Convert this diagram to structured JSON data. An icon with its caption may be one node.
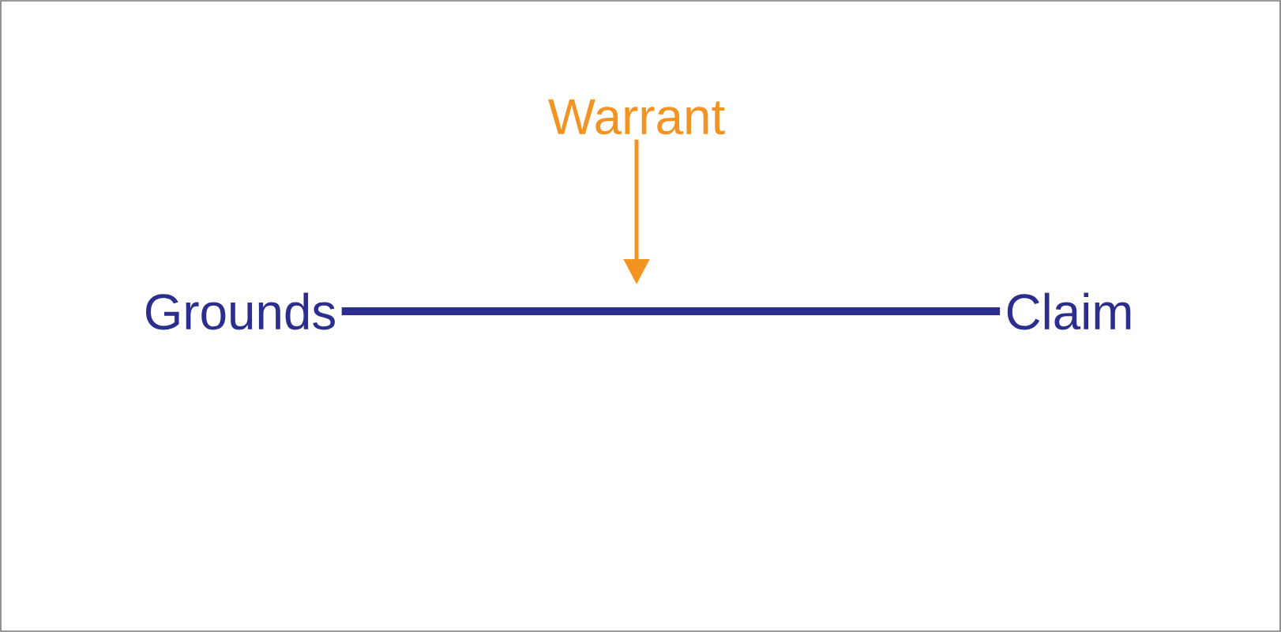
{
  "diagram": {
    "nodes": [
      {
        "text": [
          "Grounds"
        ]
      },
      {
        "text": [
          "Claim"
        ]
      },
      {
        "text": [
          "Warrant"
        ]
      }
    ],
    "edges": [
      {
        "from": 0,
        "to": 1,
        "arrow": "none",
        "style": "thick",
        "color": "#2b2e8c"
      },
      {
        "from": 2,
        "to": null,
        "arrow": "to",
        "color": "#f39322"
      }
    ]
  }
}
